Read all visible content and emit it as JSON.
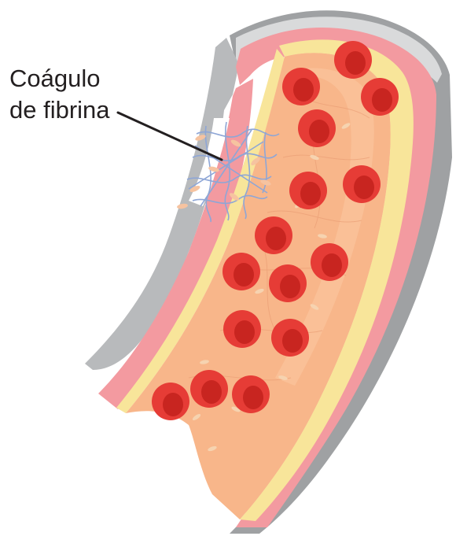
{
  "label": {
    "line1": "Coágulo",
    "line2": "de fibrina"
  },
  "icons": {
    "vessel": "blood-vessel-cross-section",
    "cell": "red-blood-cell",
    "clot": "fibrin-clot-mesh"
  },
  "colors": {
    "outer_wall": "#9fa1a3",
    "outer_wall_highlight": "#d9dadb",
    "muscle_layer": "#f39aa0",
    "muscle_layer_dark": "#e46f7a",
    "intima_layer": "#f8e59a",
    "lumen": "#f8b68a",
    "lumen_light": "#fbc8a2",
    "red_cell": "#e63c36",
    "red_cell_dark": "#c82520",
    "red_cell_center": "#d93028",
    "fibrin": "#8ea6d6",
    "platelet": "#f6c3a0",
    "leader_line": "#231f20"
  }
}
